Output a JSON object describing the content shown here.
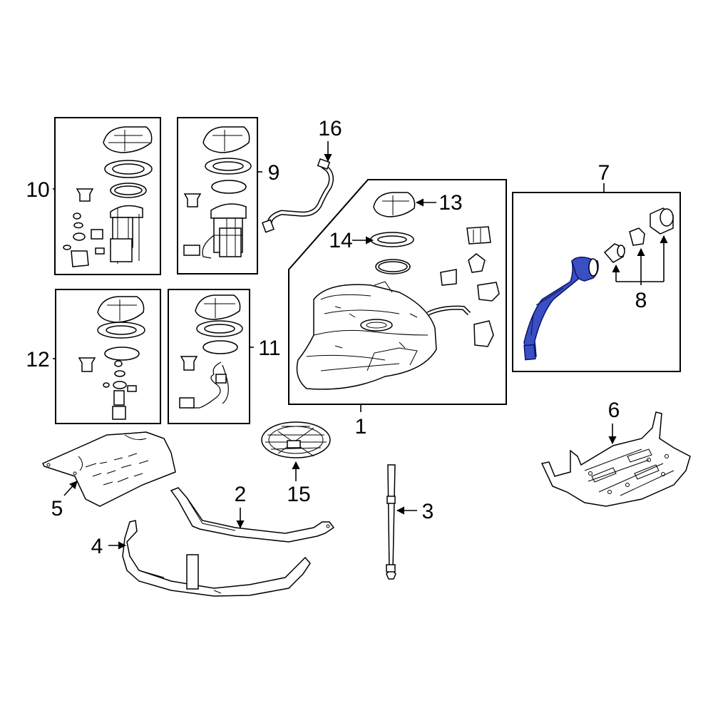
{
  "callouts": {
    "c1": "1",
    "c2": "2",
    "c3": "3",
    "c4": "4",
    "c5": "5",
    "c6": "6",
    "c7": "7",
    "c8": "8",
    "c9": "9",
    "c10": "10",
    "c11": "11",
    "c12": "12",
    "c13": "13",
    "c14": "14",
    "c15": "15",
    "c16": "16"
  },
  "colors": {
    "highlight": "#3b4fc4",
    "line": "#000000",
    "background": "#ffffff"
  }
}
